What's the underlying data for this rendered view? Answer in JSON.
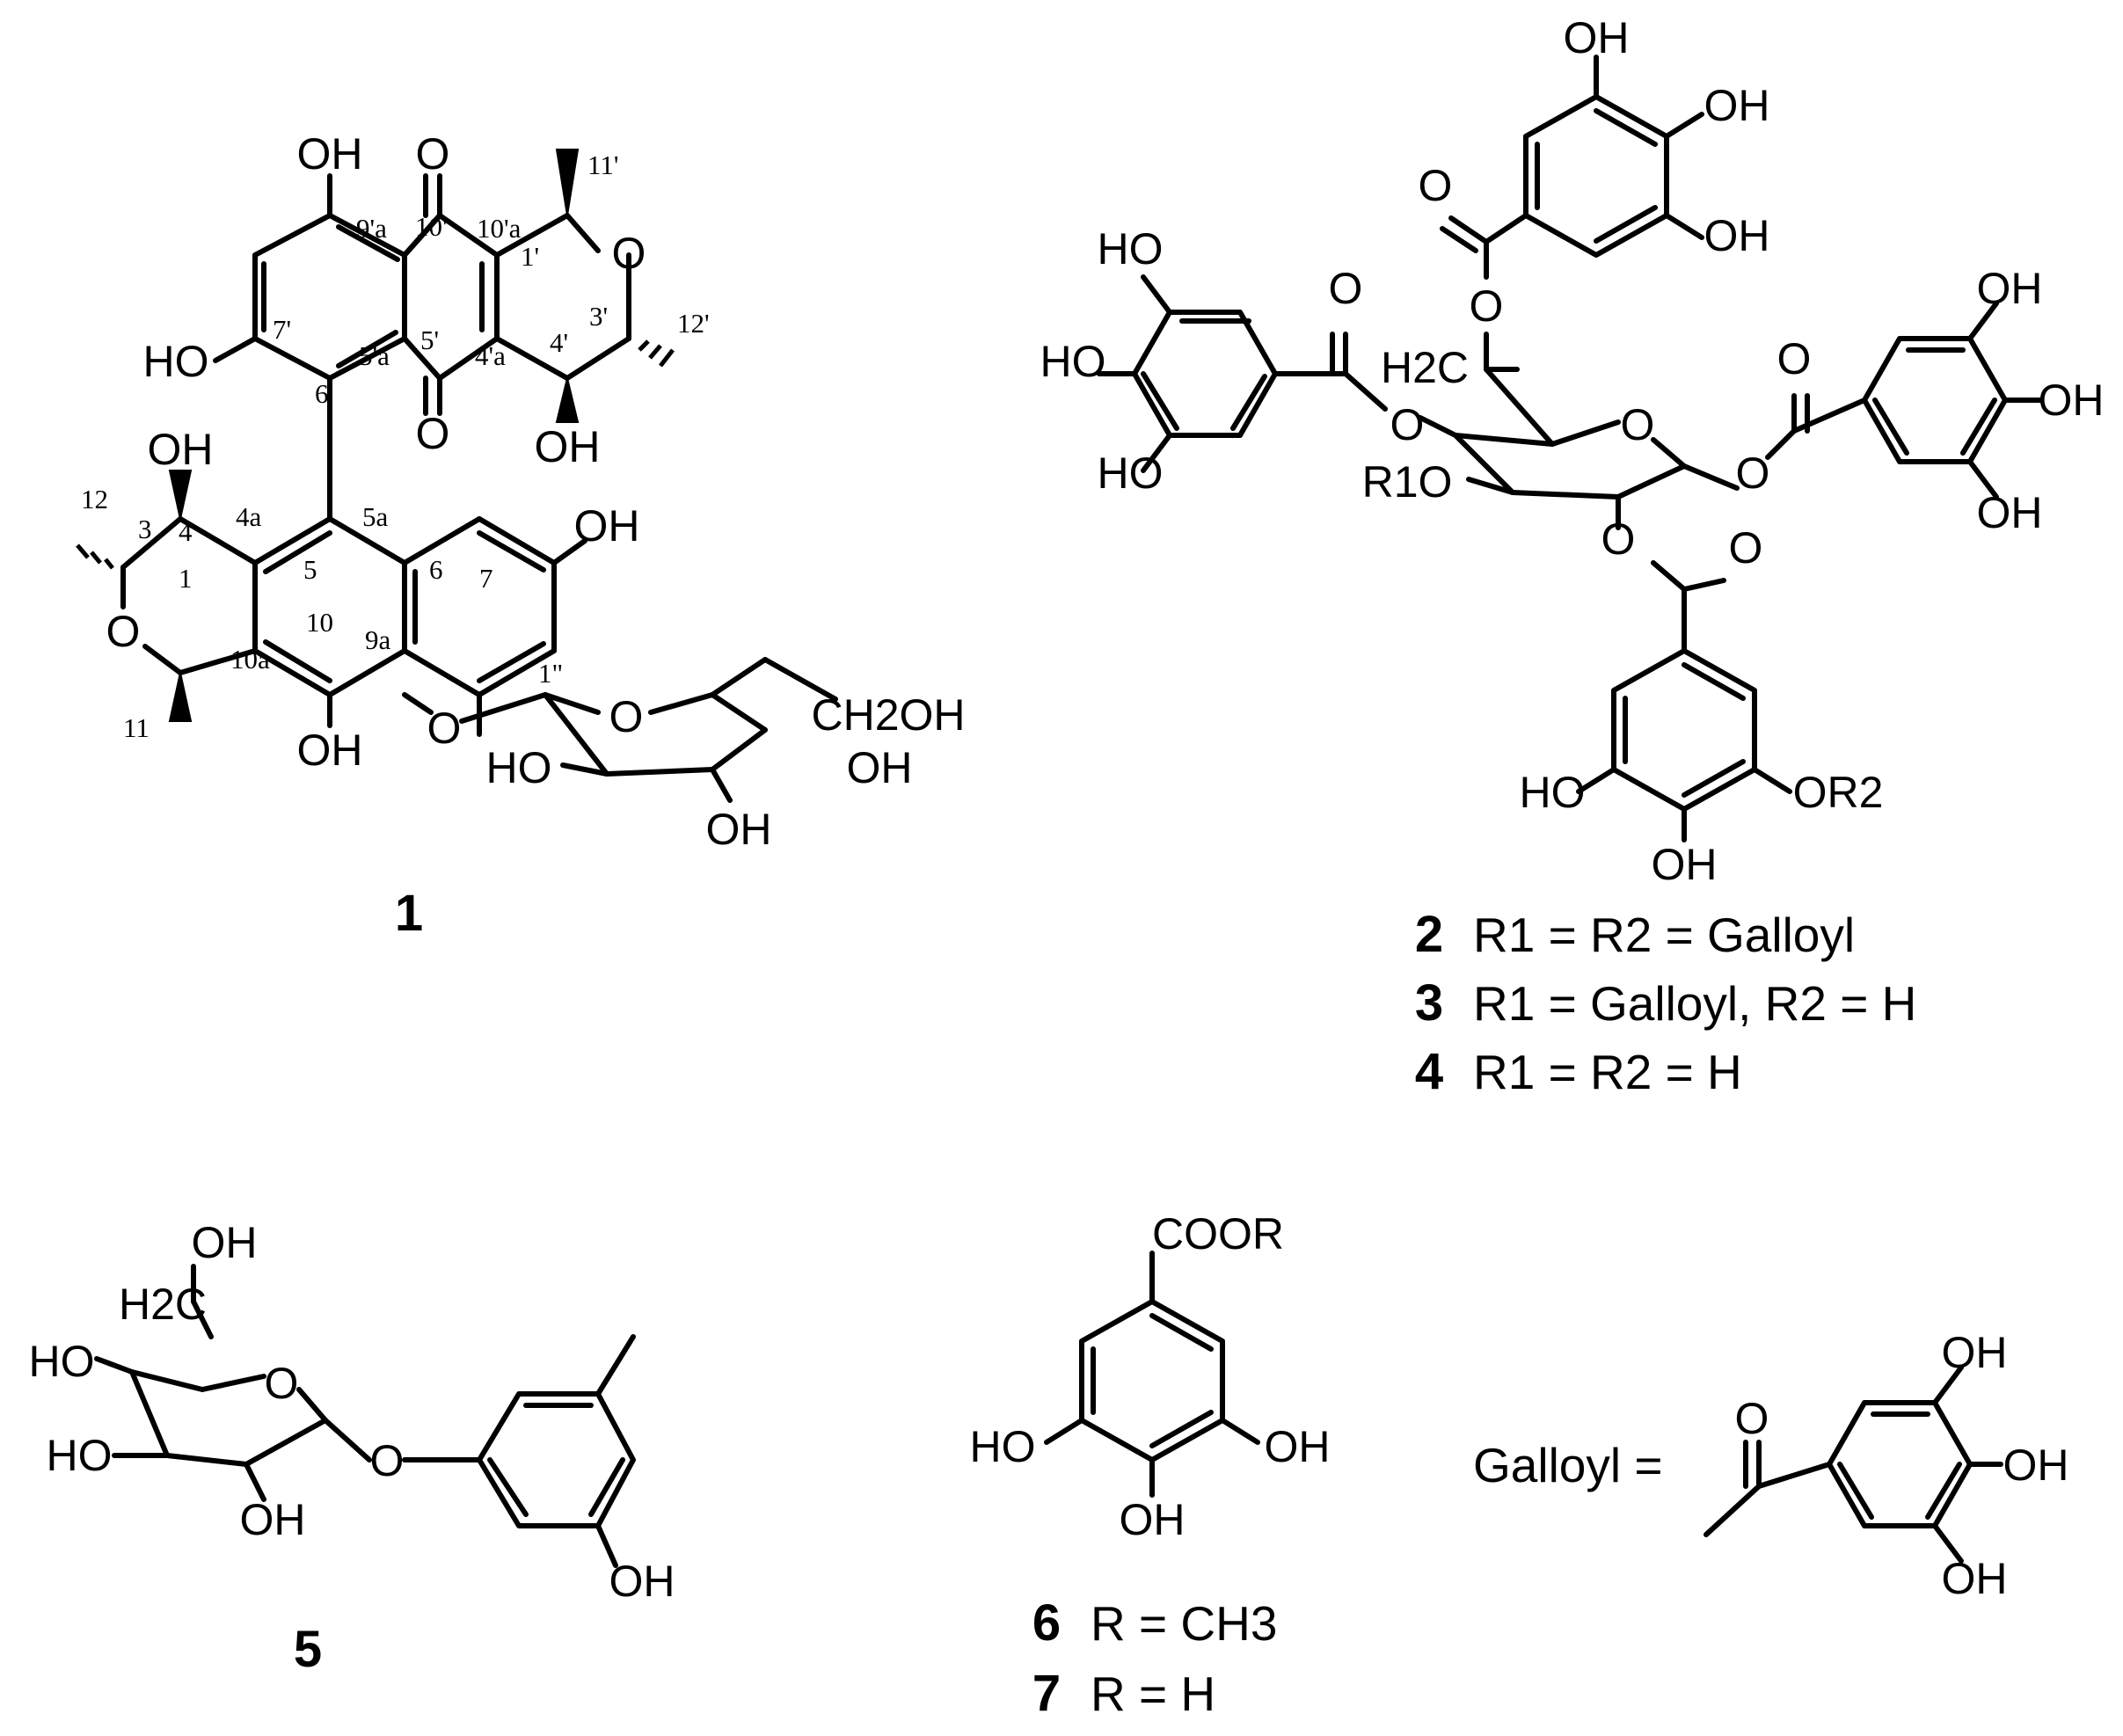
{
  "compounds": [
    {
      "number": "1"
    },
    {
      "number": "2",
      "caption": "R1 = R2 = Galloyl"
    },
    {
      "number": "3",
      "caption": "R1 = Galloyl, R2 = H"
    },
    {
      "number": "4",
      "caption": "R1 = R2 = H"
    },
    {
      "number": "5"
    },
    {
      "number": "6",
      "caption": "R = CH3"
    },
    {
      "number": "7",
      "caption": "R = H"
    }
  ],
  "galloyl_definition": "Galloyl =",
  "atom_labels": {
    "OH": "OH",
    "HO": "HO",
    "O": "O",
    "CH2OH": "CH2OH",
    "H2C": "H2C",
    "R1O": "R1O",
    "OR2": "OR2",
    "COOR": "COOR"
  },
  "locants_compound_1": [
    "1",
    "3",
    "4",
    "4a",
    "5",
    "5a",
    "6",
    "7",
    "9a",
    "10",
    "10a",
    "11",
    "12",
    "1'",
    "3'",
    "4'",
    "4'a",
    "5'",
    "5'a",
    "6'",
    "7'",
    "9'a",
    "10'",
    "10'a",
    "11'",
    "12'",
    "1\""
  ],
  "colors": {
    "ink": "#000000",
    "background": "#ffffff"
  }
}
